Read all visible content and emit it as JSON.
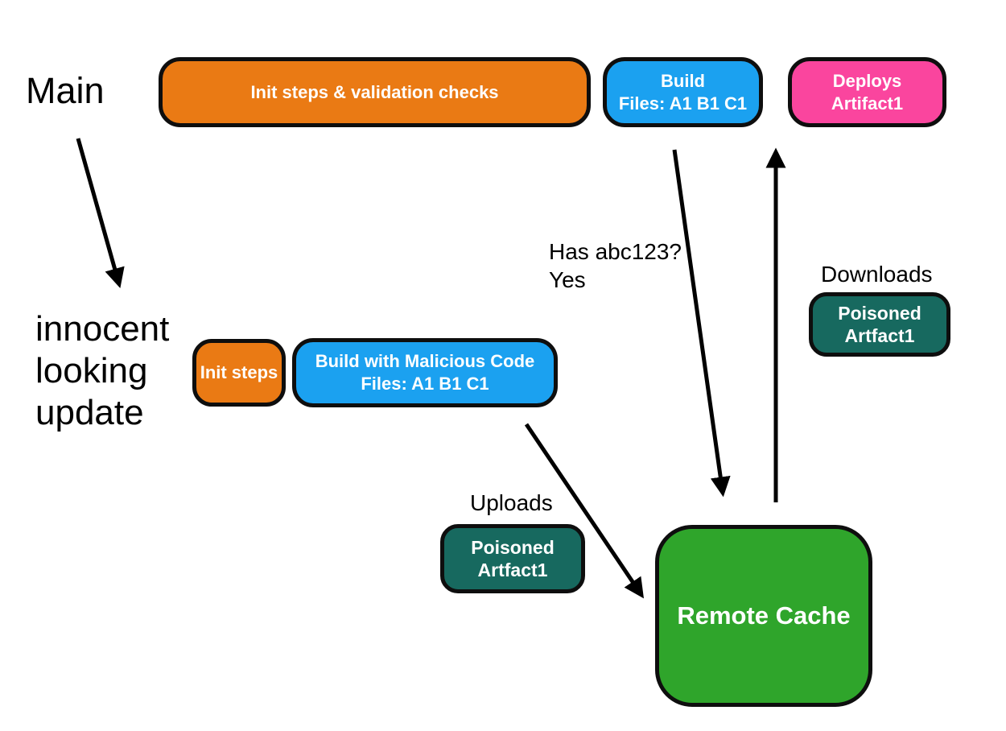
{
  "labels": {
    "main": "Main",
    "innocent": [
      "innocent",
      "looking",
      "update"
    ],
    "has_hash": [
      "Has abc123?",
      "Yes"
    ],
    "uploads": "Uploads",
    "downloads": "Downloads"
  },
  "nodes": {
    "init_validation": {
      "label": "Init steps & validation checks"
    },
    "build_main": {
      "lines": [
        "Build",
        "Files: A1 B1 C1"
      ]
    },
    "deploys_artifact": {
      "lines": [
        "Deploys",
        "Artifact1"
      ]
    },
    "init_steps": {
      "label": "Init steps"
    },
    "build_malicious": {
      "lines": [
        "Build with Malicious Code",
        "Files: A1 B1 C1"
      ]
    },
    "poisoned_download": {
      "lines": [
        "Poisoned",
        "Artfact1"
      ]
    },
    "poisoned_upload": {
      "lines": [
        "Poisoned",
        "Artfact1"
      ]
    },
    "remote_cache": {
      "label": "Remote Cache"
    }
  },
  "colors": {
    "orange": "#EA7A14",
    "blue": "#1BA1F0",
    "pink": "#FA459E",
    "teal": "#17695F",
    "green": "#2FA52B",
    "outline": "#0e0e0e",
    "arrow": "#000000",
    "label_text": "#000000",
    "node_text": "#ffffff",
    "background": "#ffffff"
  }
}
